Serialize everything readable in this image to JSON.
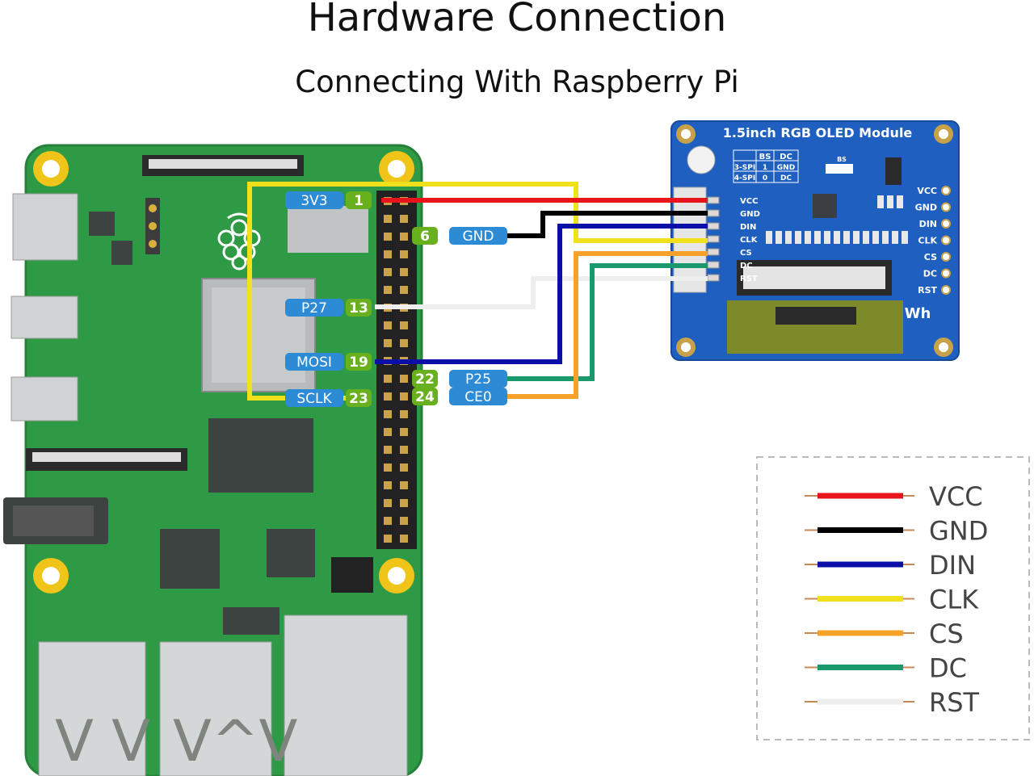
{
  "header": {
    "title": "Hardware Connection",
    "subtitle": "Connecting With Raspberry Pi"
  },
  "colors": {
    "VCC": "#e8141b",
    "GND": "#000000",
    "DIN": "#0b0fa8",
    "CLK": "#f1e01c",
    "CS": "#f6a129",
    "DC": "#1a9a6c",
    "RST": "#eeeeee",
    "board_green": "#2f9a45",
    "module_blue": "#1e5fbf",
    "pin_label_blue": "#2d8bd6",
    "pin_number_green": "#69b01f"
  },
  "pi_pins": [
    {
      "name": "3V3",
      "number": "1"
    },
    {
      "name": "GND",
      "number": "6"
    },
    {
      "name": "P27",
      "number": "13"
    },
    {
      "name": "MOSI",
      "number": "19"
    },
    {
      "name": "P25",
      "number": "22"
    },
    {
      "name": "SCLK",
      "number": "23"
    },
    {
      "name": "CE0",
      "number": "24"
    }
  ],
  "oled_module": {
    "title": "1.5inch RGB OLED Module",
    "connector_pins": [
      "VCC",
      "GND",
      "DIN",
      "CLK",
      "CS",
      "DC",
      "RST"
    ],
    "side_pins": [
      "VCC",
      "GND",
      "DIN",
      "CLK",
      "CS",
      "DC",
      "RST"
    ],
    "table": {
      "headers": [
        "BS",
        "DC"
      ],
      "rows": [
        {
          "label": "3-SPI",
          "bs": "1",
          "dc": "GND"
        },
        {
          "label": "4-SPI",
          "bs": "0",
          "dc": "DC"
        }
      ]
    },
    "bs_label": "BS",
    "logo": "Wh"
  },
  "legend": {
    "items": [
      "VCC",
      "GND",
      "DIN",
      "CLK",
      "CS",
      "DC",
      "RST"
    ]
  }
}
